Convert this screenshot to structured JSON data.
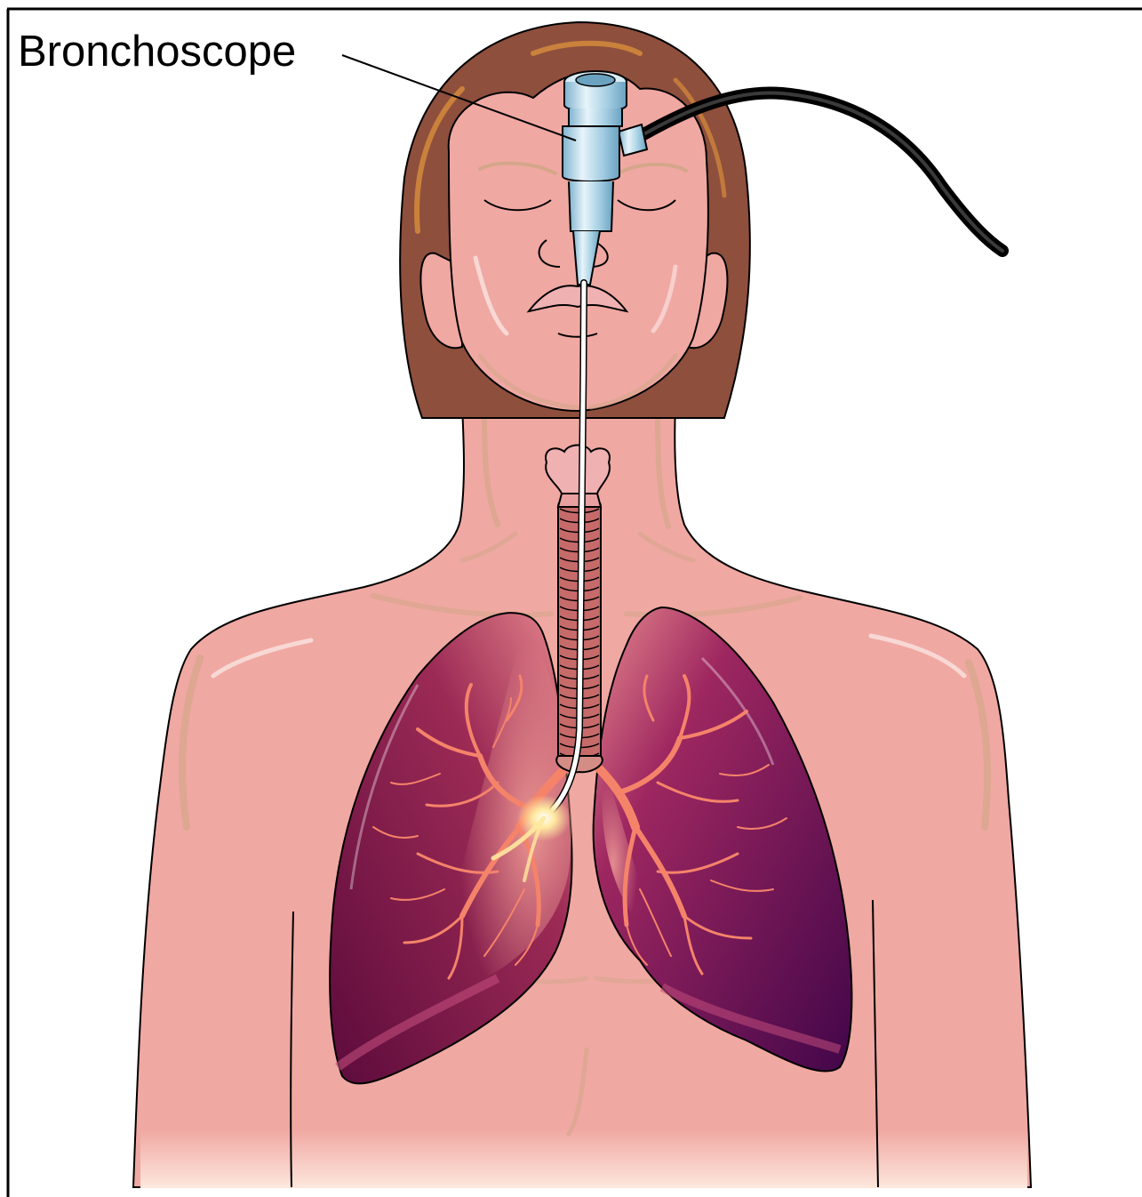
{
  "labels": {
    "bronchoscope": "Bronchoscope"
  },
  "palette": {
    "skin": "#f0a8a2",
    "skin_shadow": "#d48d86",
    "skin_highlight": "#ffffff",
    "hair": "#8e4f3d",
    "hair_highlight": "#d98d3b",
    "lips": "#f0b1b3",
    "lung_dark": "#4a0a4e",
    "lung_mid": "#7a1748",
    "lung_light": "#c24c7c",
    "lung_inner_glow": "#e98a90",
    "bronchi": "#f5836a",
    "bronchi_highlight": "#ffd1a0",
    "trachea": "#c76a6a",
    "scope_body": "#9ec8de",
    "scope_highlight": "#e7f4fa",
    "scope_tube": "#ffffff",
    "cable": "#1a1a1a",
    "scope_tip_glow": "#ffe9a0",
    "outline": "#000000"
  },
  "icons": {
    "bronchoscope": "bronchoscope-device",
    "lungs": "lungs-anatomy",
    "trachea": "trachea-anatomy",
    "larynx": "larynx-anatomy"
  }
}
